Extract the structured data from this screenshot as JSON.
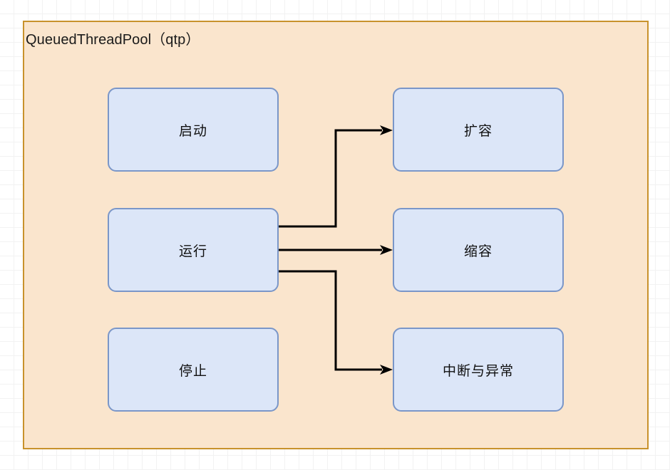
{
  "diagram": {
    "title": "QueuedThreadPool（qtp）",
    "container": {
      "fill": "#fae5cd",
      "border_color": "#c8922c"
    },
    "node_style": {
      "fill": "#dce6f8",
      "border_color": "#7a96c8"
    },
    "nodes": [
      {
        "id": "start",
        "label": "启动",
        "column": "left",
        "row": 1
      },
      {
        "id": "running",
        "label": "运行",
        "column": "left",
        "row": 2
      },
      {
        "id": "stop",
        "label": "停止",
        "column": "left",
        "row": 3
      },
      {
        "id": "expand",
        "label": "扩容",
        "column": "right",
        "row": 1
      },
      {
        "id": "shrink",
        "label": "缩容",
        "column": "right",
        "row": 2
      },
      {
        "id": "interrupt",
        "label": "中断与异常",
        "column": "right",
        "row": 3
      }
    ],
    "edges": [
      {
        "id": "running-to-expand",
        "from": "running",
        "to": "expand",
        "label": "",
        "style": "orthogonal",
        "arrow": "end"
      },
      {
        "id": "running-to-shrink",
        "from": "running",
        "to": "shrink",
        "label": "",
        "style": "straight",
        "arrow": "end"
      },
      {
        "id": "running-to-interrupt",
        "from": "running",
        "to": "interrupt",
        "label": "",
        "style": "orthogonal",
        "arrow": "end"
      }
    ]
  }
}
